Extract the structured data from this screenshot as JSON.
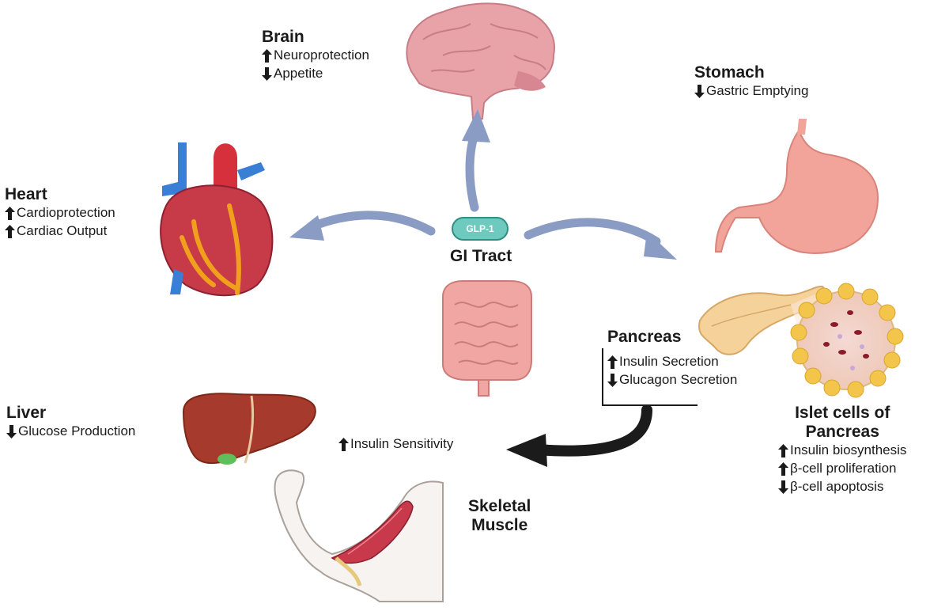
{
  "glp_badge": "GLP-1",
  "gi_tract": "GI Tract",
  "brain": {
    "title": "Brain",
    "effects": [
      {
        "dir": "up",
        "text": "Neuroprotection"
      },
      {
        "dir": "down",
        "text": "Appetite"
      }
    ]
  },
  "stomach": {
    "title": "Stomach",
    "effects": [
      {
        "dir": "down",
        "text": "Gastric Emptying"
      }
    ]
  },
  "heart": {
    "title": "Heart",
    "effects": [
      {
        "dir": "up",
        "text": "Cardioprotection"
      },
      {
        "dir": "up",
        "text": "Cardiac Output"
      }
    ]
  },
  "pancreas": {
    "title": "Pancreas",
    "effects": [
      {
        "dir": "up",
        "text": "Insulin Secretion"
      },
      {
        "dir": "down",
        "text": "Glucagon Secretion"
      }
    ]
  },
  "islet": {
    "title_line1": "Islet cells of",
    "title_line2": "Pancreas",
    "effects": [
      {
        "dir": "up",
        "text": "Insulin biosynthesis"
      },
      {
        "dir": "up",
        "text": "β-cell proliferation"
      },
      {
        "dir": "down",
        "text": "β-cell apoptosis"
      }
    ]
  },
  "liver": {
    "title": "Liver",
    "effects": [
      {
        "dir": "down",
        "text": "Glucose Production"
      }
    ]
  },
  "insulin_sensitivity": {
    "dir": "up",
    "text": "Insulin Sensitivity"
  },
  "skeletal_muscle": {
    "line1": "Skeletal",
    "line2": "Muscle"
  },
  "colors": {
    "arrow_blue": "#8a9cc4",
    "arrow_black": "#1b1b1b",
    "glp_fill": "#6ec9be"
  }
}
